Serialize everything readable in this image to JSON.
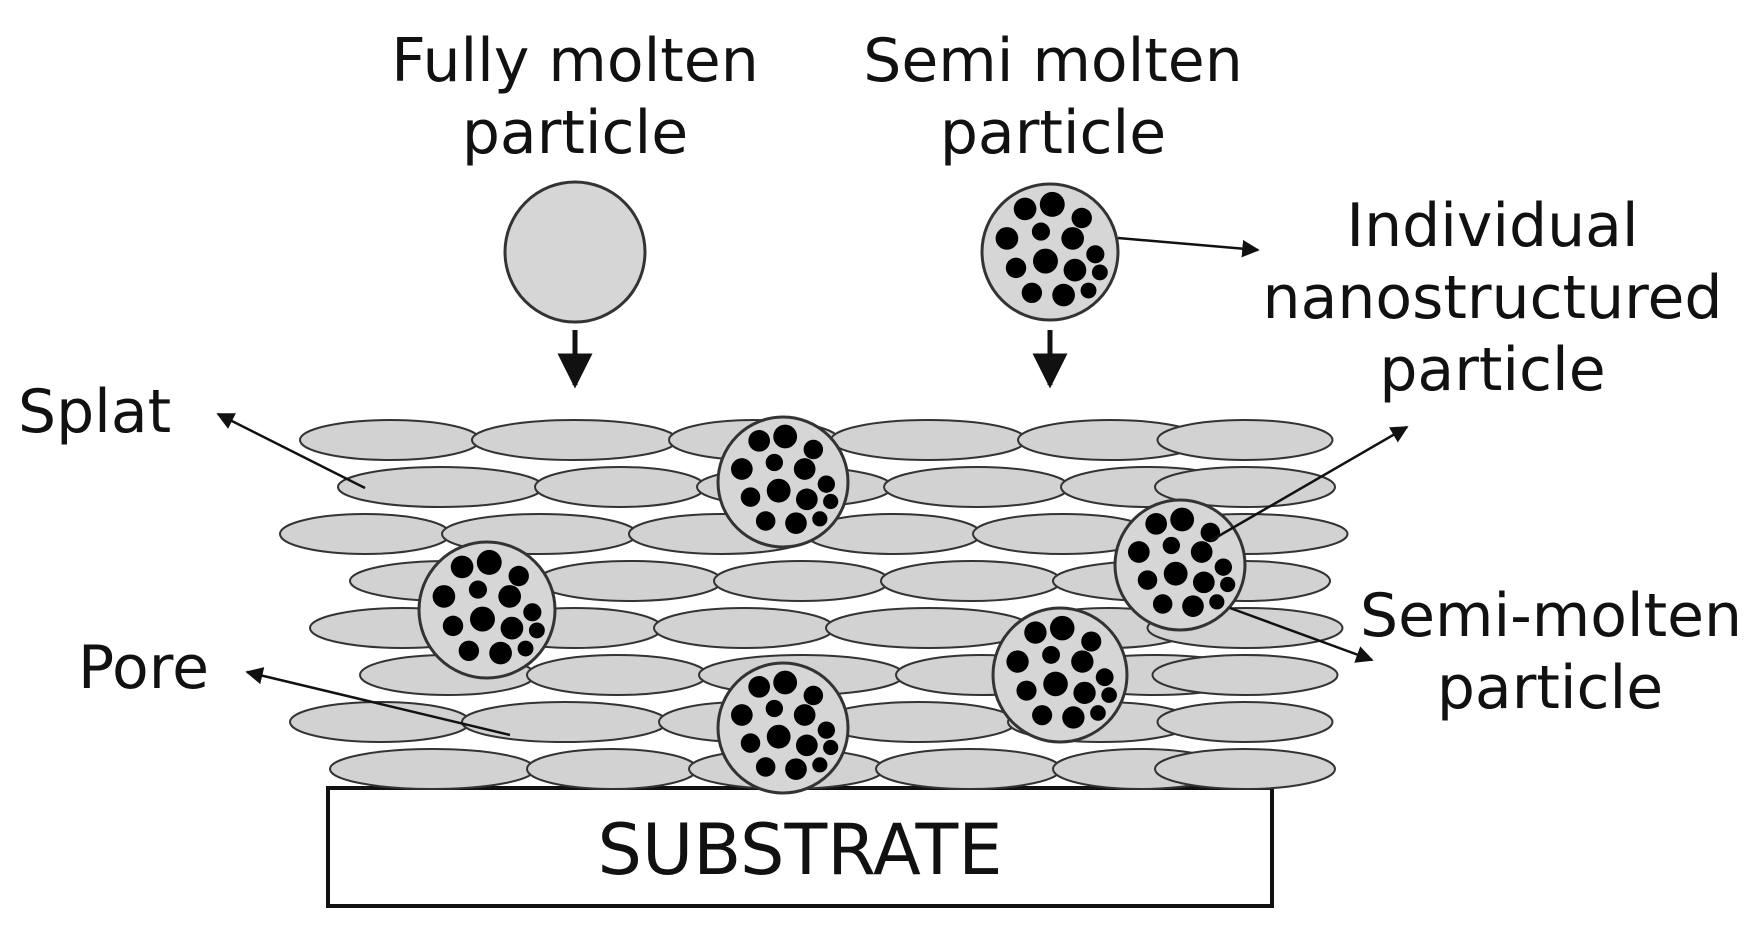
{
  "labels": {
    "fully_molten_line1": "Fully molten",
    "fully_molten_line2": "particle",
    "semi_molten_line1": "Semi molten",
    "semi_molten_line2": "particle",
    "individual_line1": "Individual",
    "individual_line2": "nanostructured",
    "individual_line3": "particle",
    "splat": "Splat",
    "pore": "Pore",
    "semi_molten_hyphen_line1": "Semi-molten",
    "semi_molten_hyphen_line2": "particle",
    "substrate": "SUBSTRATE"
  },
  "colors": {
    "splat_fill": "#d2d2d2",
    "particle_fill": "#d6d6d6",
    "nanoparticle_dot": "#000000",
    "outline": "#333333",
    "background": "#ffffff"
  }
}
